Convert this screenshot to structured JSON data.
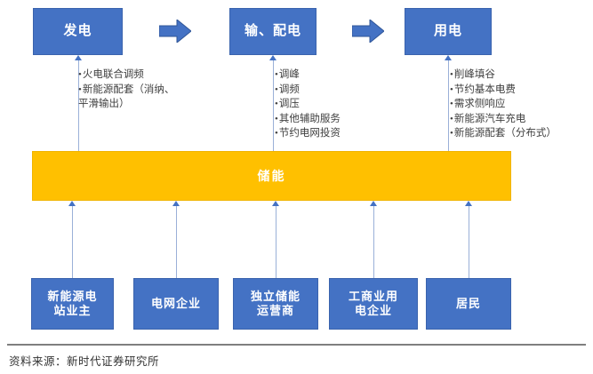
{
  "figure": {
    "storage_bar": {
      "label": "储能",
      "color": "#FFC000"
    },
    "box_color": "#4472C4",
    "top_boxes": [
      {
        "label": "发电"
      },
      {
        "label": "输、配电"
      },
      {
        "label": "用电"
      }
    ],
    "flow_arrows": [
      {
        "name": "arrow-generation-to-transmission"
      },
      {
        "name": "arrow-transmission-to-consumption"
      }
    ],
    "bullet_groups": [
      {
        "owner": "发电",
        "items": [
          "火电联合调频",
          "新能源配套（消纳、\n平滑输出）"
        ]
      },
      {
        "owner": "输、配电",
        "items": [
          "调峰",
          "调频",
          "调压",
          "其他辅助服务",
          "节约电网投资"
        ]
      },
      {
        "owner": "用电",
        "items": [
          "削峰填谷",
          "节约基本电费",
          "需求侧响应",
          "新能源汽车充电",
          "新能源配套（分布式）"
        ]
      }
    ],
    "bottom_boxes": [
      {
        "label": "新能源电\n站业主"
      },
      {
        "label": "电网企业"
      },
      {
        "label": "独立储能\n运营商"
      },
      {
        "label": "工商业用\n电企业"
      },
      {
        "label": "居民"
      }
    ]
  },
  "footer": {
    "source": "资料来源：新时代证券研究所"
  }
}
